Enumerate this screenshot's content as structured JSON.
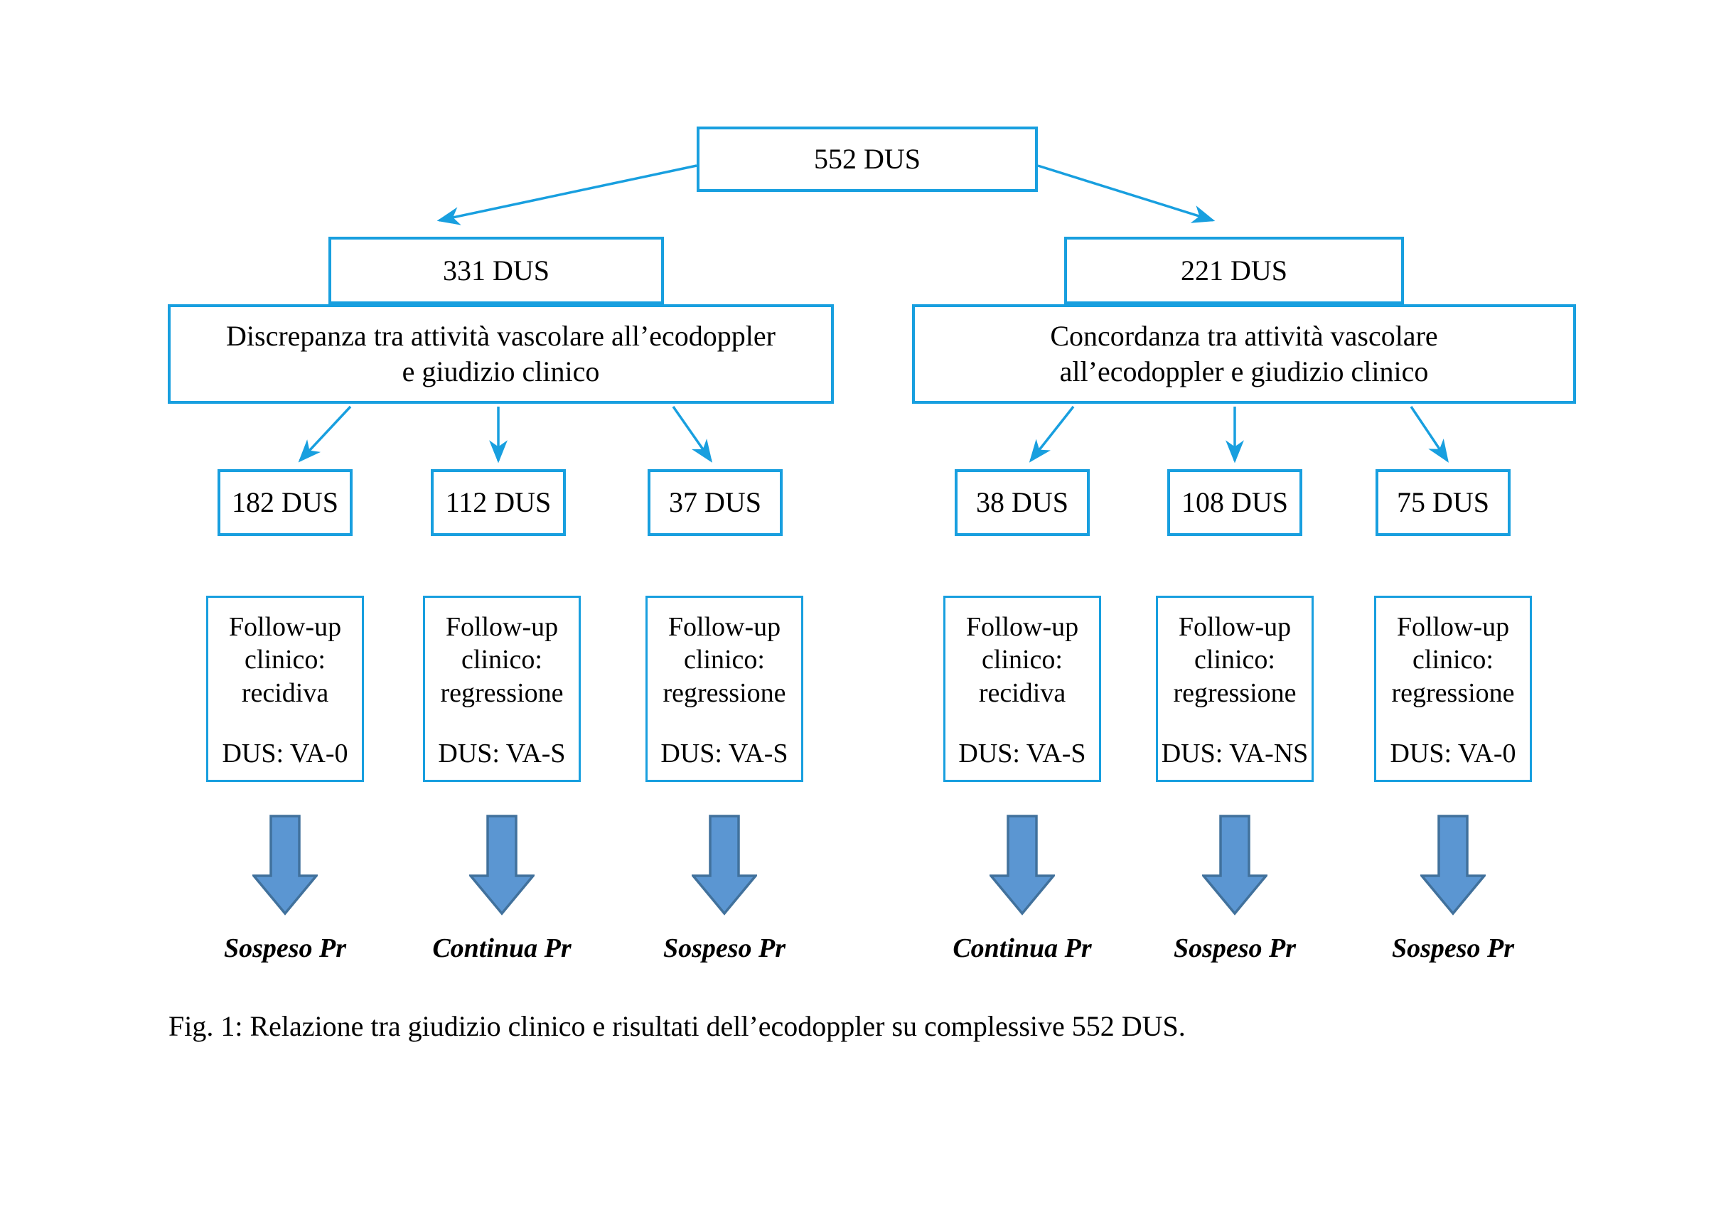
{
  "colors": {
    "border_blue": "#189FDF",
    "connector_blue": "#189FDF",
    "block_arrow_fill": "#5B96D2",
    "block_arrow_border": "#41719C",
    "text_color": "#000000"
  },
  "root": {
    "label": "552 DUS"
  },
  "branches": [
    {
      "count": "331 DUS",
      "desc_line1": "Discrepanza tra attività vascolare all’ecodoppler",
      "desc_line2": "e giudizio clinico"
    },
    {
      "count": "221 DUS",
      "desc_line1": "Concordanza tra attività vascolare",
      "desc_line2": "all’ecodoppler e giudizio clinico"
    }
  ],
  "columns": [
    {
      "dus_count": "182 DUS",
      "followup_line1": "Follow-up",
      "followup_line2": "clinico:",
      "followup_line3": "recidiva",
      "dus_result": "DUS: VA-0",
      "outcome": "Sospeso Pr"
    },
    {
      "dus_count": "112 DUS",
      "followup_line1": "Follow-up",
      "followup_line2": "clinico:",
      "followup_line3": "regressione",
      "dus_result": "DUS: VA-S",
      "outcome": "Continua Pr"
    },
    {
      "dus_count": "37 DUS",
      "followup_line1": "Follow-up",
      "followup_line2": "clinico:",
      "followup_line3": "regressione",
      "dus_result": "DUS: VA-S",
      "outcome": "Sospeso Pr"
    },
    {
      "dus_count": "38 DUS",
      "followup_line1": "Follow-up",
      "followup_line2": "clinico:",
      "followup_line3": "recidiva",
      "dus_result": "DUS: VA-S",
      "outcome": "Continua Pr"
    },
    {
      "dus_count": "108 DUS",
      "followup_line1": "Follow-up",
      "followup_line2": "clinico:",
      "followup_line3": "regressione",
      "dus_result": "DUS: VA-NS",
      "outcome": "Sospeso Pr"
    },
    {
      "dus_count": "75 DUS",
      "followup_line1": "Follow-up",
      "followup_line2": "clinico:",
      "followup_line3": "regressione",
      "dus_result": "DUS: VA-0",
      "outcome": "Sospeso Pr"
    }
  ],
  "caption": "Fig. 1: Relazione tra giudizio clinico e risultati dell’ecodoppler su complessive 552 DUS."
}
